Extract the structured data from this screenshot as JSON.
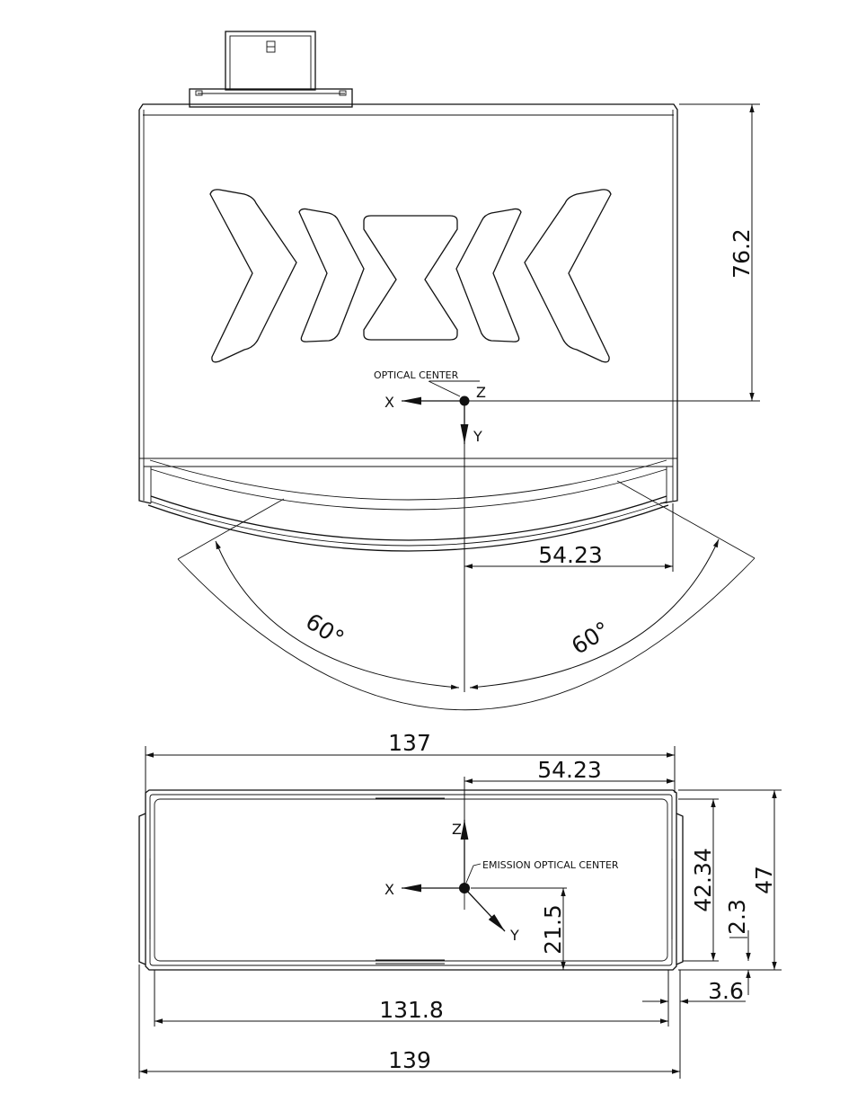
{
  "top_view": {
    "optical_center_label": "OPTICAL CENTER",
    "axis_x": "X",
    "axis_y": "Y",
    "axis_z": "Z",
    "dim_height": "76.2",
    "dim_offset": "54.23",
    "angle_left": "60°",
    "angle_right": "60°"
  },
  "front_view": {
    "emission_center_label": "EMISSION OPTICAL CENTER",
    "axis_x": "X",
    "axis_y": "Y",
    "axis_z": "Z",
    "dim_width_137": "137",
    "dim_offset": "54.23",
    "dim_inner_height": "42.34",
    "dim_height": "47",
    "dim_2_3": "2.3",
    "dim_21_5": "21.5",
    "dim_3_6": "3.6",
    "dim_inner_width": "131.8",
    "dim_total_width": "139"
  }
}
